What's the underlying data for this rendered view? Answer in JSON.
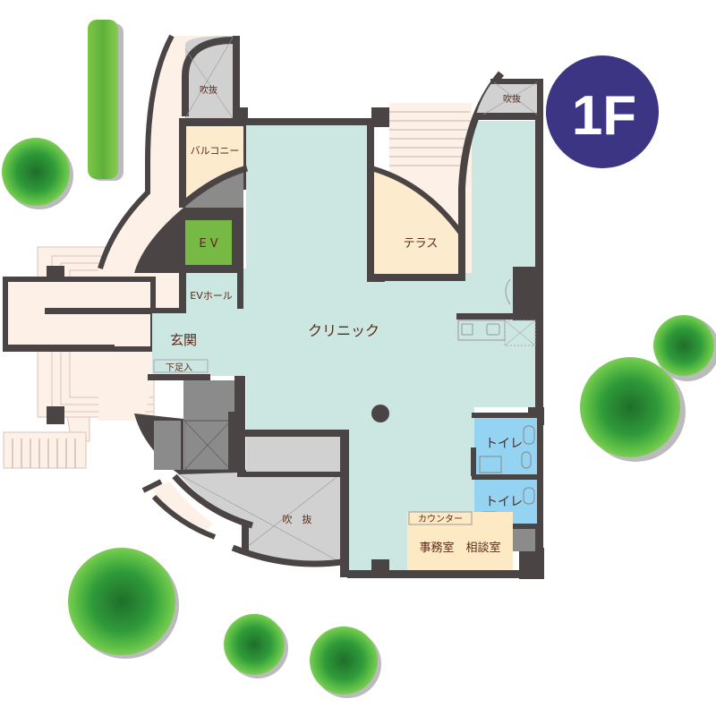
{
  "floor_badge": {
    "label": "1F",
    "color": "#3b3583"
  },
  "colors": {
    "wall": "#4a4544",
    "clinic": "#cce6e1",
    "balcony": "#fdebcd",
    "deck": "#fdf0e6",
    "void": "#d1d1d1",
    "dark_void": "#8b8b8b",
    "elevator": "#76b944",
    "toilet": "#95d3f3",
    "office": "#fde9c4",
    "label_text": "#5a2a1a"
  },
  "rooms": {
    "void_top_left": "吹抜",
    "balcony": "バルコニー",
    "elevator": "E V",
    "ev_hall": "EVホール",
    "entrance": "玄関",
    "shoe_box": "下足入",
    "clinic": "クリニック",
    "terrace": "テラス",
    "void_top_right": "吹抜",
    "toilet_1": "トイレ",
    "toilet_2": "トイレ",
    "counter": "カウンター",
    "office": "事務室　相談室",
    "void_bottom": "吹　抜"
  }
}
